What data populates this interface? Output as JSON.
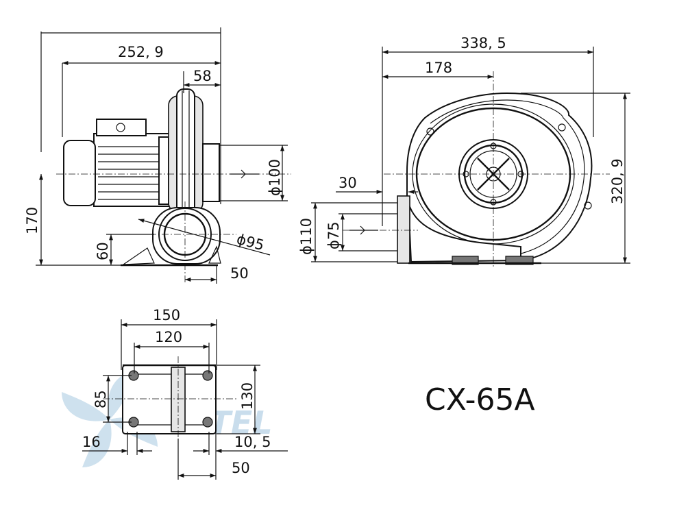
{
  "model": "CX-65A",
  "watermark_text": "VENTEL",
  "side_view": {
    "overall_width": "252, 9",
    "outlet_depth": "58",
    "outlet_diameter": "ϕ100",
    "height": "170",
    "inlet_center_height": "60",
    "inlet_diameter": "ϕ95",
    "base_offset": "50"
  },
  "front_view": {
    "overall_width": "338, 5",
    "center_offset": "178",
    "outlet_offset": "30",
    "overall_height": "320, 9",
    "flange_diameter": "ϕ110",
    "outlet_inner_diameter": "ϕ75"
  },
  "base_view": {
    "outer_width": "150",
    "hole_spacing_x": "120",
    "hole_spacing_y": "85",
    "depth": "130",
    "hole_offset": "16",
    "edge_offset": "10, 5",
    "base_offset": "50"
  },
  "colors": {
    "line": "#111111",
    "watermark": "#9ec3de"
  }
}
